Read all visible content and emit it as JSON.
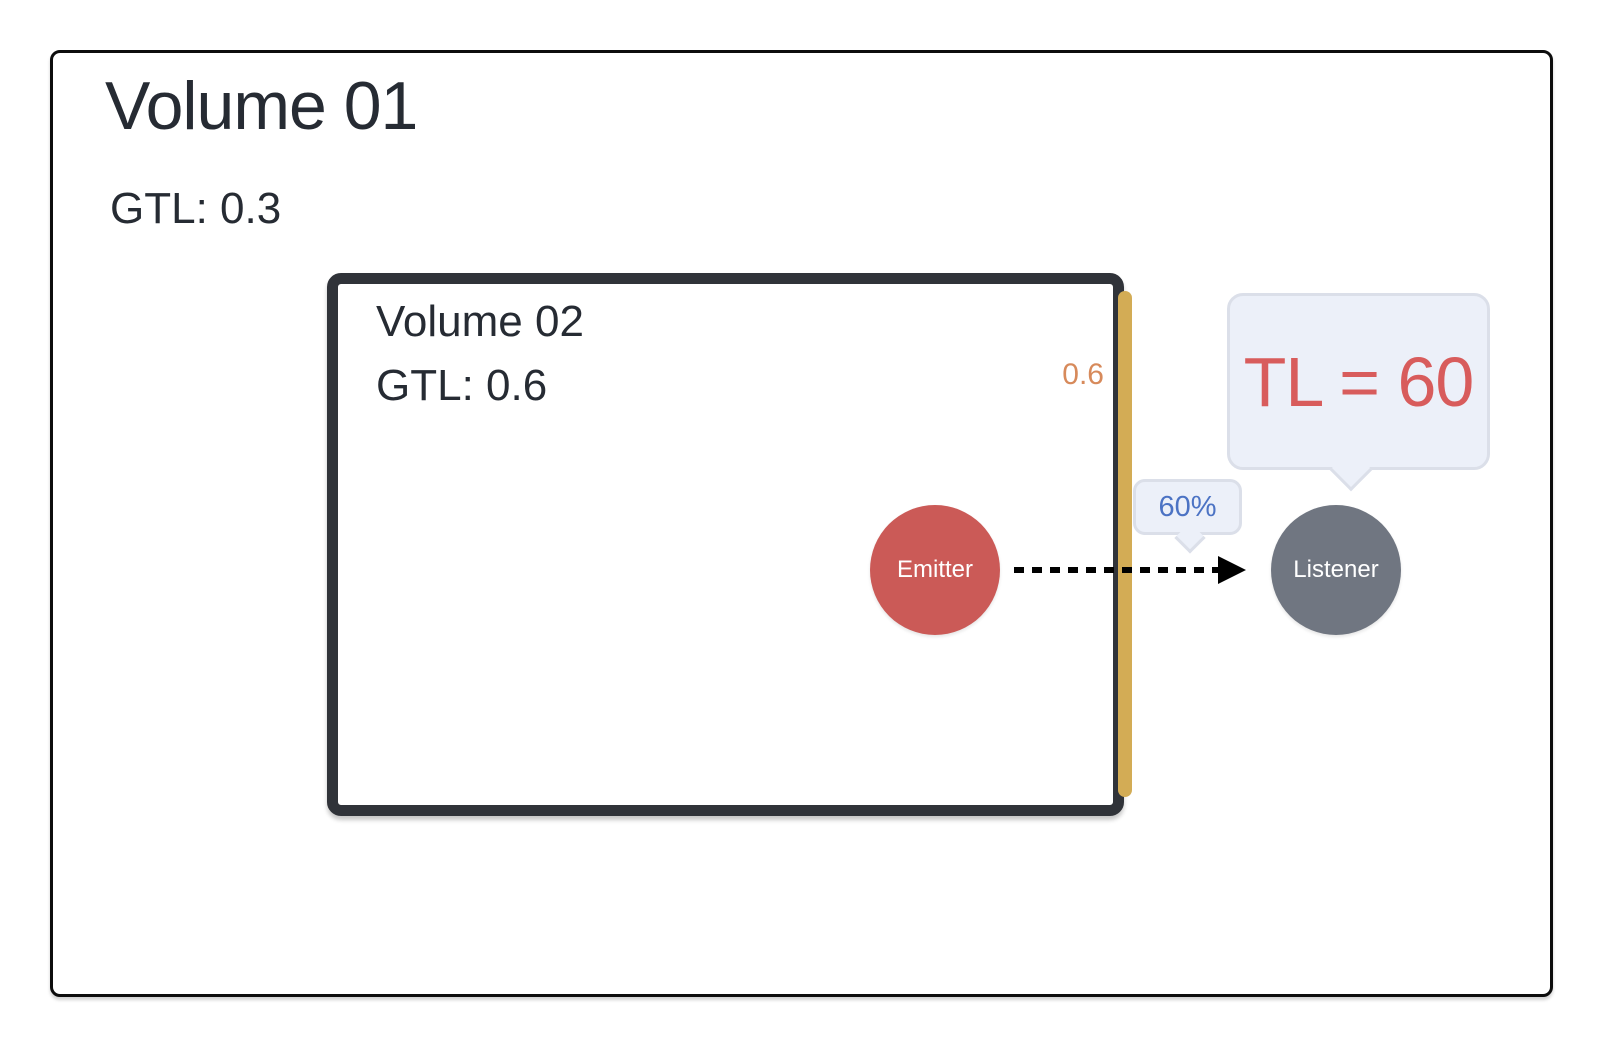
{
  "diagram": {
    "outer_volume": {
      "title": "Volume 01",
      "gtl": "GTL: 0.3"
    },
    "inner_volume": {
      "title": "Volume 02",
      "gtl": "GTL: 0.6"
    },
    "portal": {
      "value_label": "0.6"
    },
    "emitter": {
      "label": "Emitter"
    },
    "listener": {
      "label": "Listener"
    },
    "transmission_badge": {
      "value": "60%"
    },
    "result_callout": {
      "value": "TL = 60"
    }
  },
  "colors": {
    "text-dark": "#262b33",
    "outer-border": "#0d0d0d",
    "inner-border": "#303339",
    "portal-yellow": "#d3ac55",
    "portal-label-orange": "#d78a5b",
    "emitter-red": "#cb5a57",
    "listener-gray": "#707681",
    "bubble-bg": "#ecf0f9",
    "bubble-border": "#dbdfe9",
    "badge-text-blue": "#4c73c4",
    "callout-text-red": "#d85c5c",
    "arrow-black": "#000000",
    "circle-text": "#ffffff"
  }
}
